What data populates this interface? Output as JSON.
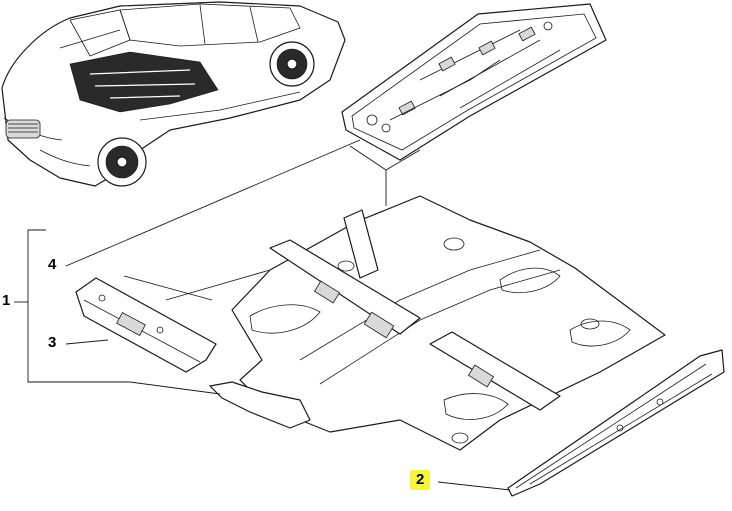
{
  "callouts": [
    {
      "id": "1",
      "label": "1",
      "highlighted": false
    },
    {
      "id": "2",
      "label": "2",
      "highlighted": true
    },
    {
      "id": "3",
      "label": "3",
      "highlighted": false
    },
    {
      "id": "4",
      "label": "4",
      "highlighted": false
    }
  ],
  "colors": {
    "highlight": "#f5f53a",
    "line": "#1a1a1a",
    "background": "#ffffff"
  }
}
